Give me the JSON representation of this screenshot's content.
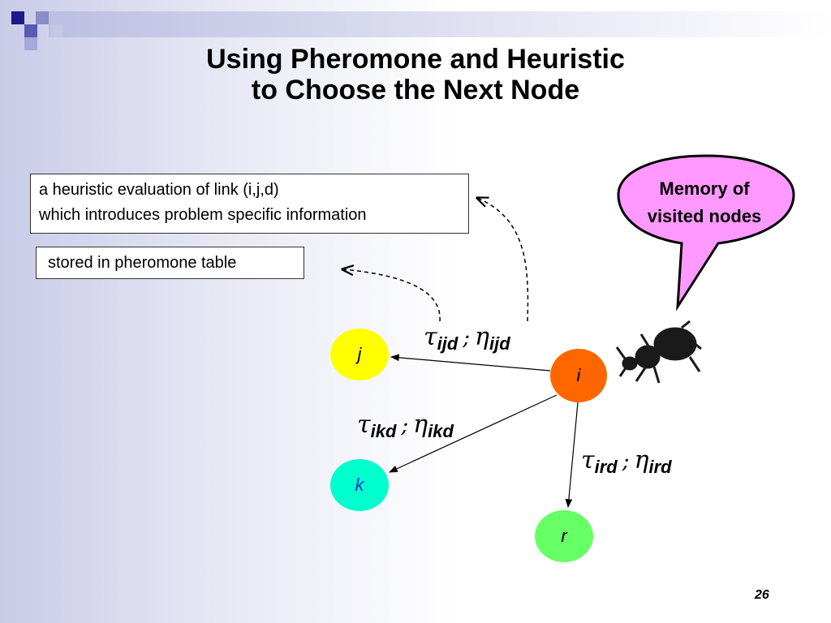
{
  "slide": {
    "title_line1": "Using Pheromone and Heuristic",
    "title_line2": "to Choose the Next Node",
    "page_number": "26"
  },
  "annotations": {
    "heuristic_line1": "a heuristic evaluation of link (i,j,d)",
    "heuristic_line2": "which introduces problem specific information",
    "pheromone": "stored in pheromone table"
  },
  "bubble": {
    "line1": "Memory of",
    "line2": "visited nodes",
    "fill": "#ff99ff"
  },
  "nodes": {
    "i": {
      "label": "i",
      "color": "#ff6600"
    },
    "j": {
      "label": "j",
      "color": "#ffff00"
    },
    "k": {
      "label": "k",
      "color": "#00ffcc"
    },
    "r": {
      "label": "r",
      "color": "#66ff66"
    }
  },
  "edges": {
    "ij": {
      "tau": "τ",
      "tau_sub": "ijd",
      "sep": ";",
      "eta": "η",
      "eta_sub": "ijd"
    },
    "ik": {
      "tau": "τ",
      "tau_sub": "ikd",
      "sep": ";",
      "eta": "η",
      "eta_sub": "ikd"
    },
    "ir": {
      "tau": "τ",
      "tau_sub": "ird",
      "sep": ";",
      "eta": "η",
      "eta_sub": "ird"
    }
  }
}
